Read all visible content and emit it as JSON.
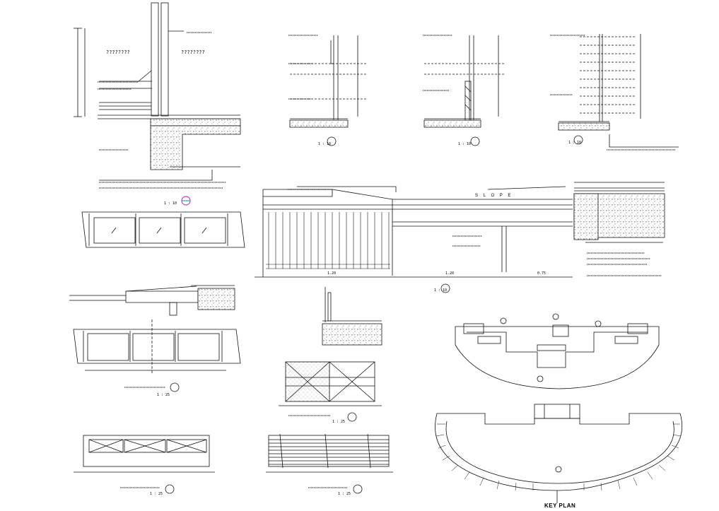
{
  "drawing": {
    "key_plan_label": "KEY PLAN",
    "slope_label": "S L O P E",
    "placeholder_q": "????????",
    "scale_1_10": "1 : 10",
    "scale_1_25": "1 : 25",
    "dim_label_a": "1.20",
    "dim_label_b": "0.75"
  }
}
